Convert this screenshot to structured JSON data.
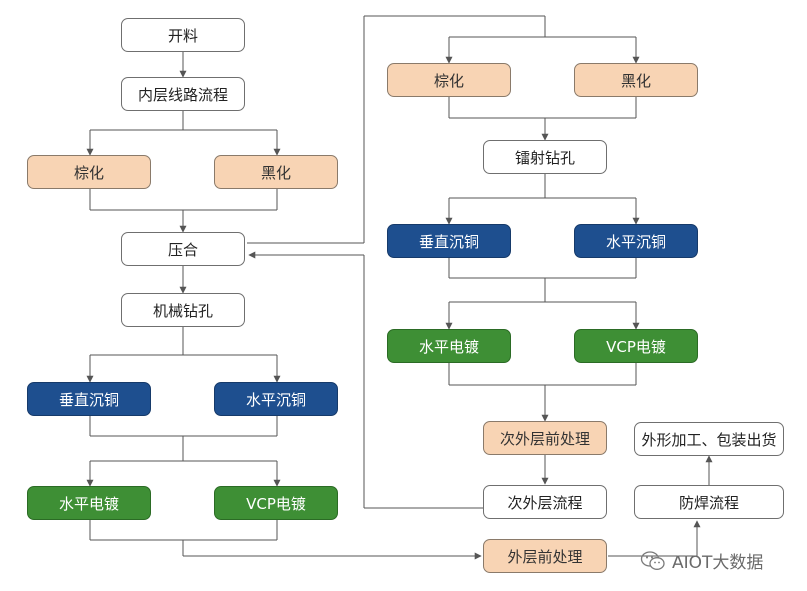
{
  "colors": {
    "white": "#ffffff",
    "peach": "#f8d4b4",
    "blue": "#1e4f8f",
    "green": "#3e8f35",
    "line": "#555555"
  },
  "nodes": {
    "kailiao": "开料",
    "neiceng": "内层线路流程",
    "zonghua_l": "棕化",
    "heihua_l": "黑化",
    "yahe": "压合",
    "jixie": "机械钻孔",
    "chuizhi_l": "垂直沉铜",
    "shuiping_chentong_l": "水平沉铜",
    "shuiping_dd_l": "水平电镀",
    "vcp_l": "VCP电镀",
    "waiceng_qian": "外层前处理",
    "zonghua_r": "棕化",
    "heihua_r": "黑化",
    "leishe": "镭射钻孔",
    "chuizhi_r": "垂直沉铜",
    "shuiping_chentong_r": "水平沉铜",
    "shuiping_dd_r": "水平电镀",
    "vcp_r": "VCP电镀",
    "ci_qian": "次外层前处理",
    "ci_liucheng": "次外层流程",
    "fanghan": "防焊流程",
    "waixing": "外形加工、包装出货"
  },
  "watermark": {
    "icon": "wechat-icon",
    "text": "AIOT大数据"
  }
}
